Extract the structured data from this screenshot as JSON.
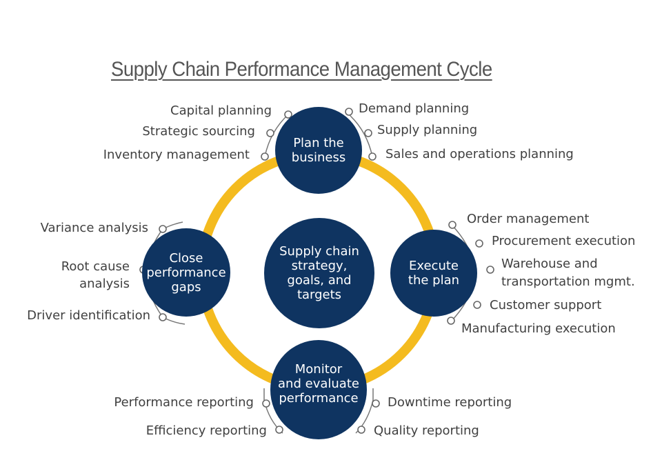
{
  "title": "Supply Chain Performance Management Cycle",
  "colors": {
    "node": "#0f3461",
    "ring": "#f4bb1f",
    "text": "#404040",
    "connector": "#707070"
  },
  "center": {
    "label": "Supply chain\nstrategy,\ngoals, and\ntargets"
  },
  "nodes": {
    "plan": {
      "label": "Plan the\nbusiness",
      "left_items": [
        "Capital planning",
        "Strategic sourcing",
        "Inventory management"
      ],
      "right_items": [
        "Demand planning",
        "Supply planning",
        "Sales and operations planning"
      ]
    },
    "execute": {
      "label": "Execute\nthe plan",
      "items": [
        "Order management",
        "Procurement execution",
        "Warehouse and\ntransportation mgmt.",
        "Customer support",
        "Manufacturing execution"
      ]
    },
    "monitor": {
      "label": "Monitor\nand evaluate\nperformance",
      "left_items": [
        "Performance reporting",
        "Efficiency reporting"
      ],
      "right_items": [
        "Downtime reporting",
        "Quality reporting"
      ]
    },
    "close": {
      "label": "Close\nperformance\ngaps",
      "items": [
        "Variance analysis",
        "Root cause\nanalysis",
        "Driver identification"
      ]
    }
  }
}
